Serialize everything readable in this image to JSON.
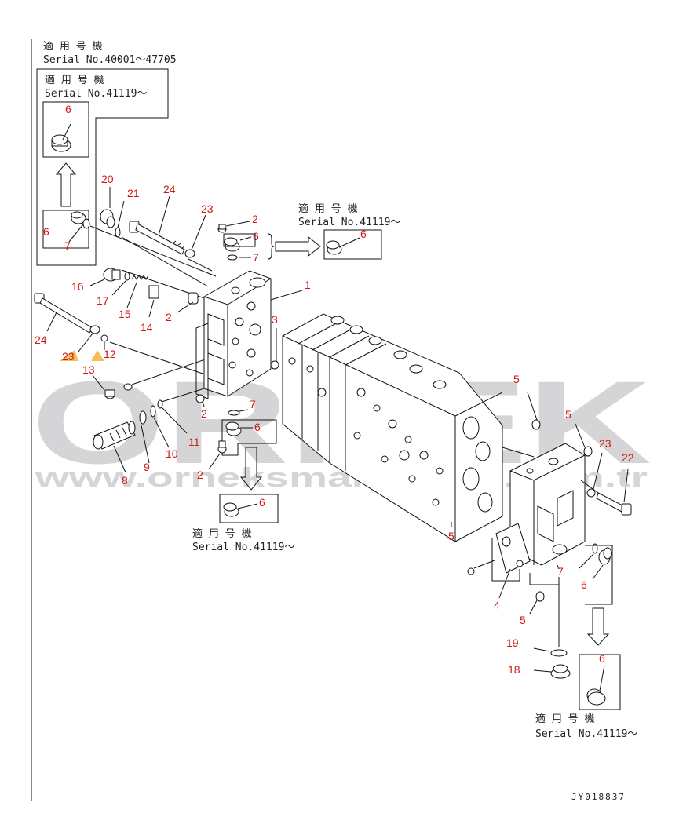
{
  "serial_notes": {
    "main_header": "適 用 号 機",
    "main_range": "Serial No.40001～47705",
    "sub_header": "適 用 号 機",
    "sub_range": "Serial No.41119～"
  },
  "watermark": {
    "brand": "ORNEK",
    "url": "www.orneksmakinalari.com.tr"
  },
  "drawing_code": "JY018837",
  "callouts": [
    "1",
    "2",
    "3",
    "4",
    "5",
    "6",
    "7",
    "8",
    "9",
    "10",
    "11",
    "12",
    "13",
    "14",
    "15",
    "16",
    "17",
    "18",
    "19",
    "20",
    "21",
    "22",
    "23",
    "24"
  ],
  "colors": {
    "callout": "#d01818",
    "line": "#111111",
    "watermark": "#c8c8cc",
    "accent": "#f2b43c"
  }
}
